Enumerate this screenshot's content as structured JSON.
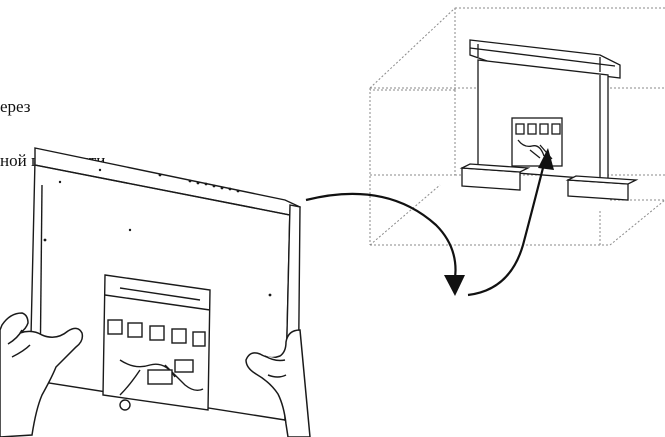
{
  "caption": {
    "line1": "ерез",
    "line2": "ной плоскости."
  },
  "colors": {
    "ink": "#1a1a1a",
    "dotted": "#888888",
    "background": "#ffffff"
  },
  "icons": {
    "rotate_arrow": "curved-arrow-down",
    "insert_arrow": "curved-arrow-up"
  }
}
